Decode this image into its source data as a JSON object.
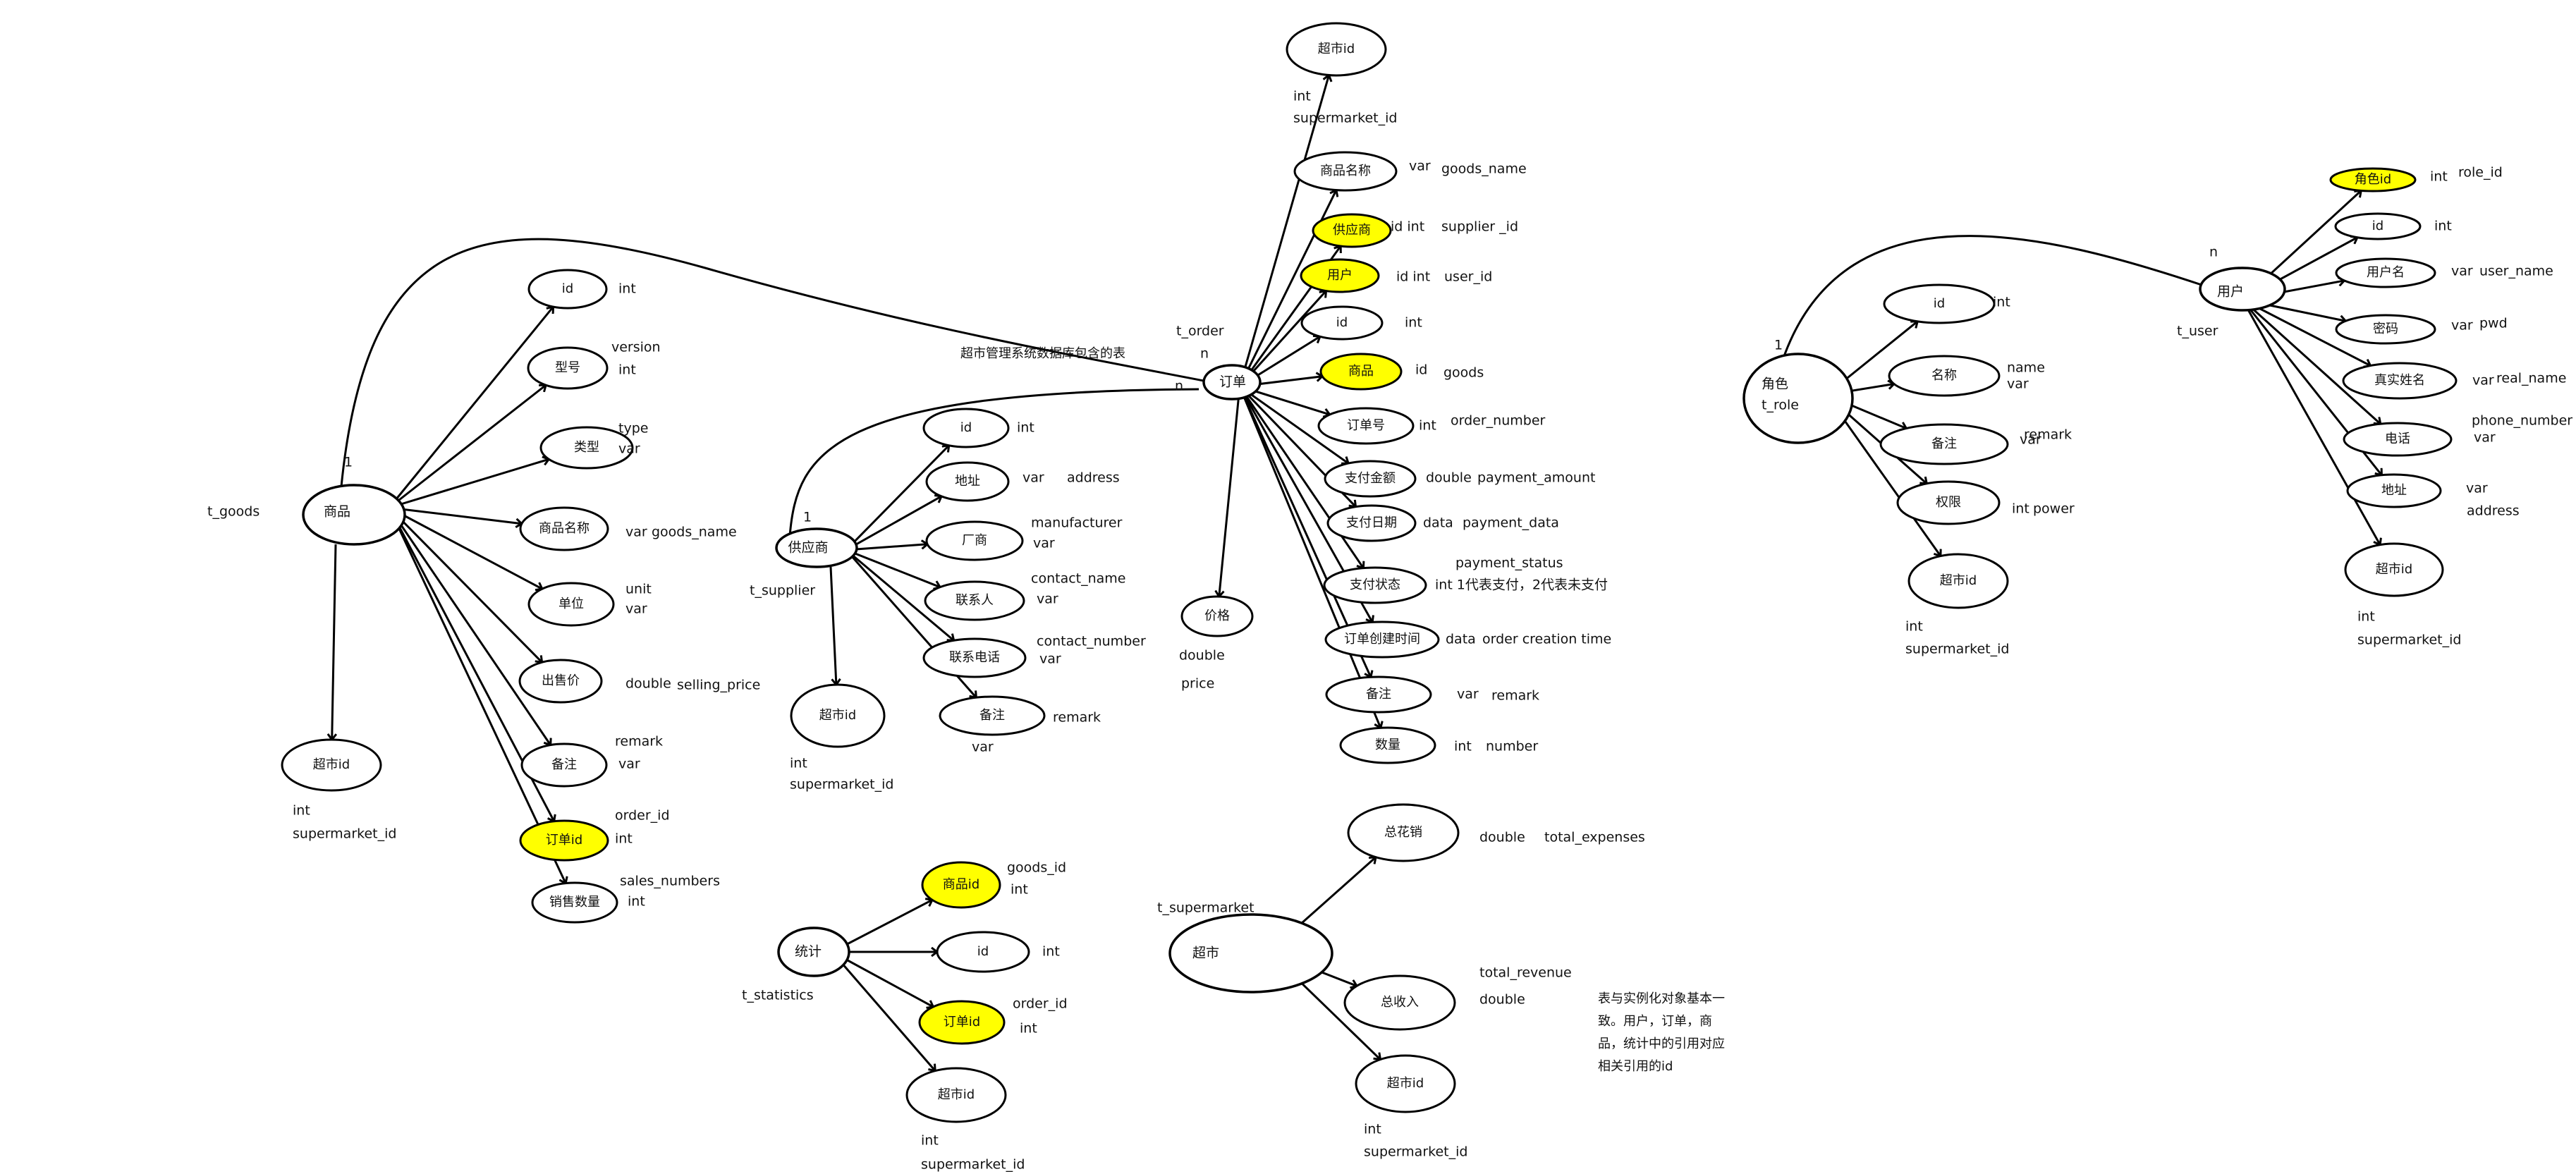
{
  "diagram_title": "超市管理系统数据库包含的表",
  "note_lines": [
    "表与实例化对象基本一",
    "致。用户，订单，商",
    "品，统计中的引用对应",
    "相关引用的id"
  ],
  "colors": {
    "highlight": "#ffff00",
    "line": "#000000",
    "background": "#ffffff"
  },
  "entities": [
    {
      "key": "goods",
      "label": "商品",
      "table": "t_goods"
    },
    {
      "key": "supplier",
      "label": "供应商",
      "table": "t_supplier"
    },
    {
      "key": "order",
      "label": "订单",
      "table": "t_order"
    },
    {
      "key": "role",
      "label": "角色",
      "table": "t_role"
    },
    {
      "key": "user",
      "label": "用户",
      "table": "t_user"
    },
    {
      "key": "statistics",
      "label": "统计",
      "table": "t_statistics"
    },
    {
      "key": "supermarket",
      "label": "超市",
      "table": "t_supermarket"
    }
  ],
  "attributes": [
    {
      "entity": "goods",
      "label": "id",
      "type": "int"
    },
    {
      "entity": "goods",
      "label": "型号",
      "field": "version",
      "type": "int"
    },
    {
      "entity": "goods",
      "label": "类型",
      "field": "type",
      "type": "var"
    },
    {
      "entity": "goods",
      "label": "商品名称",
      "type": "var",
      "field": "goods_name"
    },
    {
      "entity": "goods",
      "label": "单位",
      "field": "unit",
      "type": "var"
    },
    {
      "entity": "goods",
      "label": "出售价",
      "type": "double",
      "field": "selling_price"
    },
    {
      "entity": "goods",
      "label": "备注",
      "field": "remark",
      "type": "var"
    },
    {
      "entity": "goods",
      "label": "订单id",
      "field": "order_id",
      "type": "int",
      "highlight": true
    },
    {
      "entity": "goods",
      "label": "销售数量",
      "field": "sales_numbers",
      "type": "int"
    },
    {
      "entity": "goods",
      "label": "超市id",
      "type": "int",
      "field": "supermarket_id"
    },
    {
      "entity": "supplier",
      "label": "id",
      "type": "int"
    },
    {
      "entity": "supplier",
      "label": "地址",
      "type": "var",
      "field": "address"
    },
    {
      "entity": "supplier",
      "label": "厂商",
      "field": "manufacturer",
      "type": "var"
    },
    {
      "entity": "supplier",
      "label": "联系人",
      "field": "contact_name",
      "type": "var"
    },
    {
      "entity": "supplier",
      "label": "联系电话",
      "field": "contact_number",
      "type": "var"
    },
    {
      "entity": "supplier",
      "label": "备注",
      "field": "remark",
      "type": "var"
    },
    {
      "entity": "supplier",
      "label": "超市id",
      "type": "int",
      "field": "supermarket_id"
    },
    {
      "entity": "order",
      "label": "超市id",
      "type": "int",
      "field": "supermarket_id"
    },
    {
      "entity": "order",
      "label": "商品名称",
      "type": "var",
      "field": "goods_name"
    },
    {
      "entity": "order",
      "label": "供应商",
      "type": "id int",
      "field": "supplier _id",
      "highlight": true
    },
    {
      "entity": "order",
      "label": "用户",
      "type": "id int",
      "field": "user_id",
      "highlight": true
    },
    {
      "entity": "order",
      "label": "id",
      "type": "int"
    },
    {
      "entity": "order",
      "label": "商品",
      "type": "id",
      "field": "goods",
      "highlight": true
    },
    {
      "entity": "order",
      "label": "订单号",
      "type": "int",
      "field": "order_number"
    },
    {
      "entity": "order",
      "label": "支付金额",
      "type": "double",
      "field": "payment_amount"
    },
    {
      "entity": "order",
      "label": "支付日期",
      "type": "data",
      "field": "payment_data"
    },
    {
      "entity": "order",
      "label": "支付状态",
      "field": "payment_status",
      "type": "int 1代表支付，2代表未支付"
    },
    {
      "entity": "order",
      "label": "订单创建时间",
      "type": "data",
      "field": "order  creation  time"
    },
    {
      "entity": "order",
      "label": "备注",
      "type": "var",
      "field": "remark"
    },
    {
      "entity": "order",
      "label": "数量",
      "type": "int",
      "field": "number"
    },
    {
      "entity": "order",
      "label": "价格",
      "type": "double",
      "field": "price"
    },
    {
      "entity": "role",
      "label": "id",
      "type": "int"
    },
    {
      "entity": "role",
      "label": "名称",
      "field": "name",
      "type": "var"
    },
    {
      "entity": "role",
      "label": "备注",
      "field": "remark",
      "type": "var"
    },
    {
      "entity": "role",
      "label": "权限",
      "type": "int",
      "field": "power"
    },
    {
      "entity": "role",
      "label": "超市id",
      "type": "int",
      "field": "supermarket_id"
    },
    {
      "entity": "user",
      "label": "角色id",
      "type": "int",
      "field": "role_id",
      "highlight": true
    },
    {
      "entity": "user",
      "label": "id",
      "type": "int"
    },
    {
      "entity": "user",
      "label": "用户名",
      "type": "var",
      "field": "user_name"
    },
    {
      "entity": "user",
      "label": "密码",
      "type": "var",
      "field": "pwd"
    },
    {
      "entity": "user",
      "label": "真实姓名",
      "type": "var",
      "field": "real_name"
    },
    {
      "entity": "user",
      "label": "电话",
      "field": "phone_number",
      "type": "var"
    },
    {
      "entity": "user",
      "label": "地址",
      "type": "var",
      "field": "address"
    },
    {
      "entity": "user",
      "label": "超市id",
      "type": "int",
      "field": "supermarket_id"
    },
    {
      "entity": "statistics",
      "label": "商品id",
      "field": "goods_id",
      "type": "int",
      "highlight": true
    },
    {
      "entity": "statistics",
      "label": "id",
      "type": "int"
    },
    {
      "entity": "statistics",
      "label": "订单id",
      "field": "order_id",
      "type": "int",
      "highlight": true
    },
    {
      "entity": "statistics",
      "label": "超市id",
      "type": "int",
      "field": "supermarket_id"
    },
    {
      "entity": "supermarket",
      "label": "总花销",
      "type": "double",
      "field": "total_expenses"
    },
    {
      "entity": "supermarket",
      "label": "总收入",
      "field": "total_revenue",
      "type": "double"
    },
    {
      "entity": "supermarket",
      "label": "超市id",
      "type": "int",
      "field": "supermarket_id"
    }
  ],
  "relationships": [
    {
      "from": "goods",
      "to": "order",
      "from_card": "1",
      "to_card": "n"
    },
    {
      "from": "supplier",
      "to": "order",
      "from_card": "1",
      "to_card": "n"
    },
    {
      "from": "role",
      "to": "user",
      "from_card": "1",
      "to_card": "n"
    }
  ]
}
